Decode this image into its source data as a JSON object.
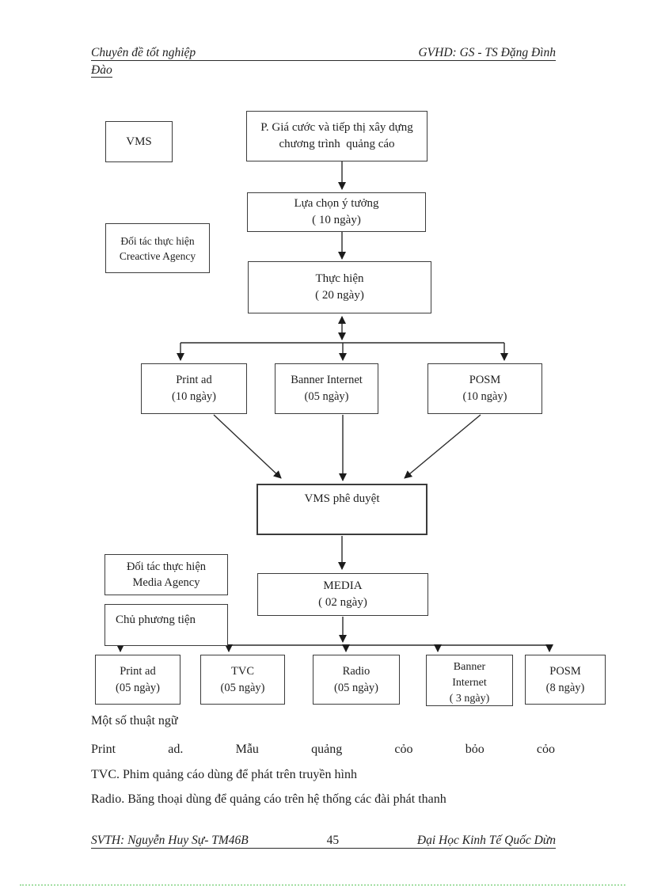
{
  "header": {
    "left": "Chuyên đề tốt nghiệp",
    "right": "GVHD: GS - TS Đặng Đình",
    "continuation": "Đào"
  },
  "flowchart": {
    "nodes": {
      "vms": {
        "line1": "VMS"
      },
      "pricing_dept": {
        "line1": "P. Giá cước và tiếp thị xây dựng",
        "line2": "chương trình  quảng cáo"
      },
      "idea_selection": {
        "line1": "Lựa chọn ý tưởng",
        "line2": "( 10 ngày)"
      },
      "creative_partner": {
        "line1": "Đối tác thực hiện",
        "line2": "Creactive Agency"
      },
      "execution": {
        "line1": "Thực hiện",
        "line2": "( 20 ngày)"
      },
      "print_ad_design": {
        "line1": "Print ad",
        "line2": "(10 ngày)"
      },
      "banner_design": {
        "line1": "Banner Internet",
        "line2": "(05 ngày)"
      },
      "posm_design": {
        "line1": "POSM",
        "line2": "(10 ngày)"
      },
      "vms_approval": {
        "line1": "VMS phê duyệt"
      },
      "media_partner": {
        "line1": "Đối tác thực hiện",
        "line2": "Media Agency"
      },
      "media": {
        "line1": "MEDIA",
        "line2": "( 02 ngày)"
      },
      "media_owner": {
        "line1": "Chủ phương tiện"
      },
      "print_ad_run": {
        "line1": "Print ad",
        "line2": "(05 ngày)"
      },
      "tvc_run": {
        "line1": "TVC",
        "line2": "(05 ngày)"
      },
      "radio_run": {
        "line1": "Radio",
        "line2": "(05 ngày)"
      },
      "banner_run": {
        "line1": "Banner",
        "line2": "Internet",
        "line3": "( 3 ngày)"
      },
      "posm_run": {
        "line1": "POSM",
        "line2": "(8 ngày)"
      }
    }
  },
  "glossary": {
    "heading": "Một số thuật ngữ",
    "print_ad": "Print ad. Mẫu quảng cỏo bỏo cỏo",
    "tvc": "TVC. Phim quảng cáo dùng để phát trên truyền hình",
    "radio": "Radio. Băng thoại dùng để quảng cáo trên hệ thống các đài phát thanh"
  },
  "footer": {
    "author": "SVTH: Nguyễn Huy Sự- TM46B",
    "page_number": "45",
    "university": "Đại Học Kinh Tế Quốc Dừn"
  }
}
